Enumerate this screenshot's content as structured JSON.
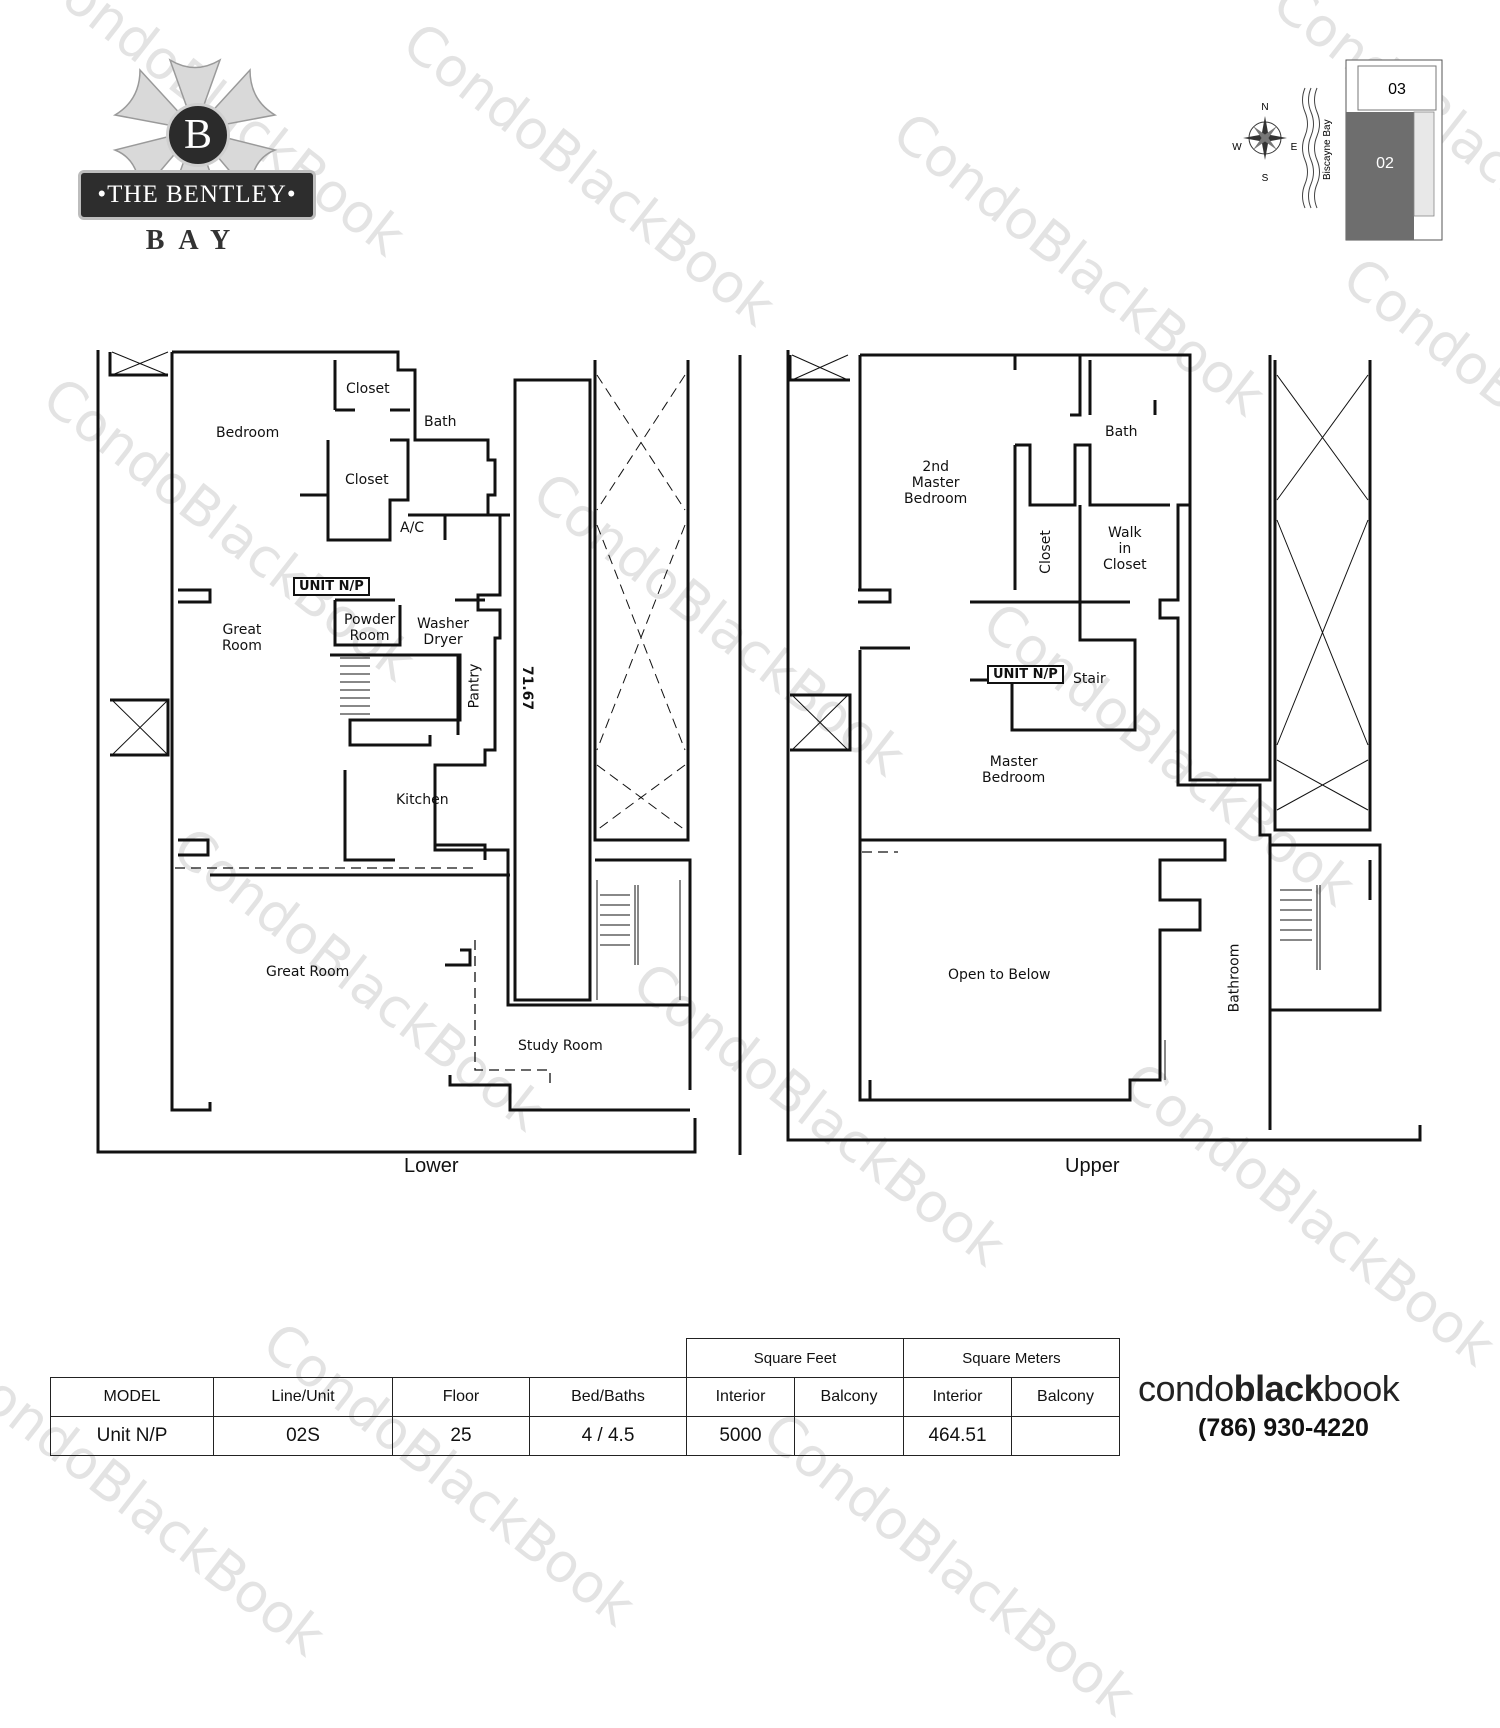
{
  "logo": {
    "monogram": "B",
    "name": "•THE BENTLEY•",
    "sub": "BAY"
  },
  "keyplan": {
    "compass": {
      "n": "N",
      "s": "S",
      "e": "E",
      "w": "W"
    },
    "water_label": "Biscayne Bay",
    "unit_top": "03",
    "unit_highlight": "02",
    "highlight_color": "#6e6e6e"
  },
  "unit_tag": "UNIT N/P",
  "lower_plan": {
    "caption": "Lower",
    "dimension": "71.67",
    "rooms": {
      "closet_top": "Closet",
      "bath": "Bath",
      "bedroom": "Bedroom",
      "closet_mid": "Closet",
      "ac": "A/C",
      "great_room_upper": "Great\nRoom",
      "powder_room": "Powder\nRoom",
      "washer_dryer": "Washer\nDryer",
      "pantry": "Pantry",
      "kitchen": "Kitchen",
      "great_room_lower": "Great Room",
      "study_room": "Study Room"
    }
  },
  "upper_plan": {
    "caption": "Upper",
    "rooms": {
      "bath": "Bath",
      "second_master": "2nd\nMaster\nBedroom",
      "closet": "Closet",
      "walk_in_closet": "Walk\nin\nCloset",
      "stair": "Stair",
      "master_bedroom": "Master\nBedroom",
      "open_to_below": "Open to Below",
      "bathroom": "Bathroom"
    }
  },
  "watermark": "CondoBlackBook",
  "spec_table": {
    "group_headers": {
      "square_feet": "Square Feet",
      "square_meters": "Square Meters"
    },
    "headers": {
      "model": "MODEL",
      "line_unit": "Line/Unit",
      "floor": "Floor",
      "bed_baths": "Bed/Baths",
      "sf_interior": "Interior",
      "sf_balcony": "Balcony",
      "sm_interior": "Interior",
      "sm_balcony": "Balcony"
    },
    "values": {
      "model": "Unit N/P",
      "line_unit": "02S",
      "floor": "25",
      "bed_baths": "4 / 4.5",
      "sf_interior": "5000",
      "sf_balcony": "",
      "sm_interior": "464.51",
      "sm_balcony": ""
    }
  },
  "brand": {
    "light_a": "condo",
    "bold": "black",
    "light_b": "book",
    "phone": "(786) 930-4220"
  }
}
